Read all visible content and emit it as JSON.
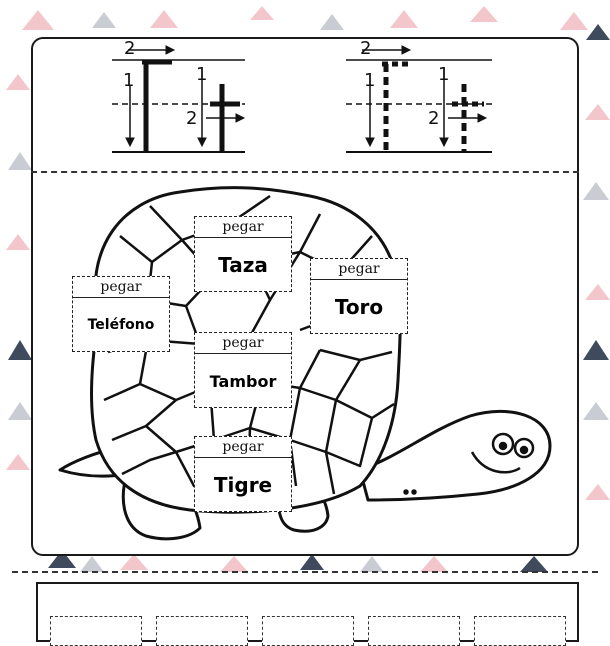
{
  "tracing": {
    "solid_letter": {
      "step1": "1",
      "step2": "2",
      "lower_step1": "1",
      "lower_step2": "2"
    },
    "dashed_letter": {
      "step1": "1",
      "step2": "2",
      "lower_step1": "1",
      "lower_step2": "2"
    }
  },
  "labels": [
    {
      "tab": "pegar",
      "word": "Taza"
    },
    {
      "tab": "pegar",
      "word": "Toro"
    },
    {
      "tab": "pegar",
      "word": "Teléfono"
    },
    {
      "tab": "pegar",
      "word": "Tambor"
    },
    {
      "tab": "pegar",
      "word": "Tigre"
    }
  ],
  "colors": {
    "triangle_pink": "#f3c6cb",
    "triangle_navy": "#3f4a5c",
    "triangle_grey": "#c9ccd3",
    "ink": "#111111"
  }
}
